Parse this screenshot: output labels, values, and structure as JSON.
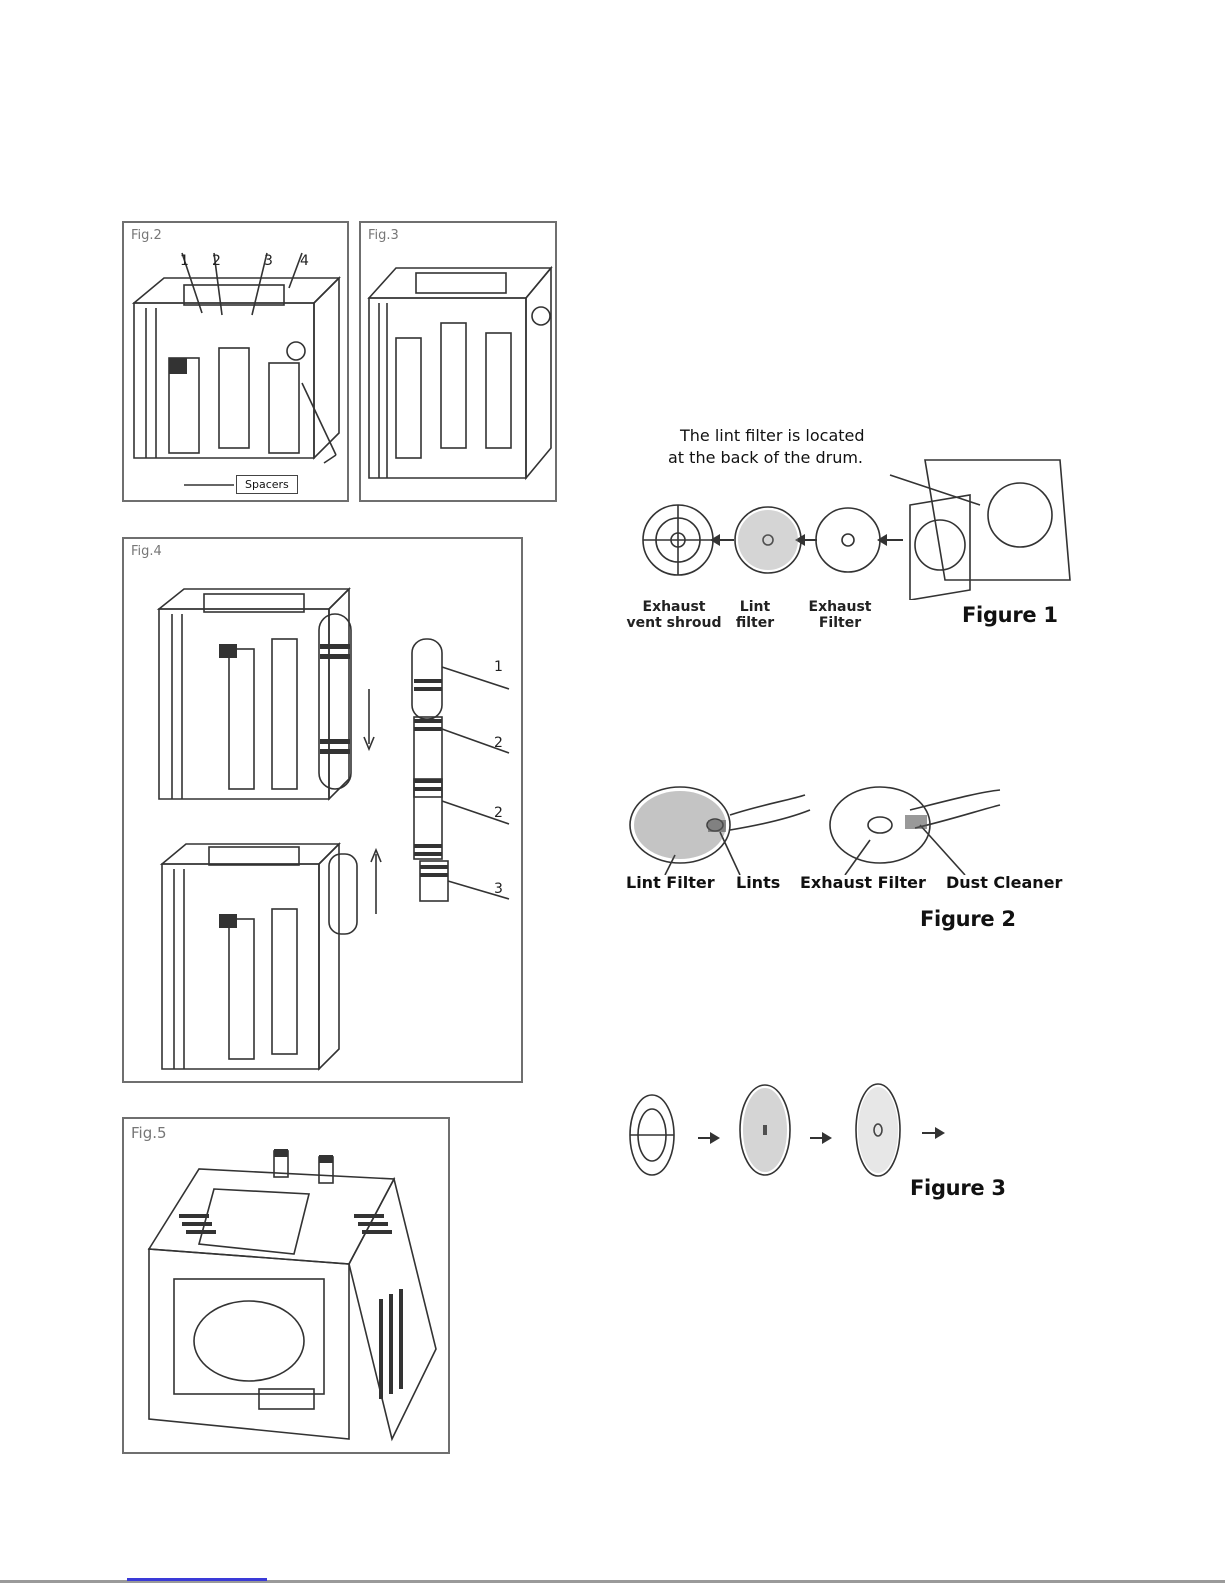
{
  "left_figures": {
    "fig2": {
      "label": "Fig.2",
      "parts": [
        "1",
        "2",
        "3",
        "4"
      ],
      "spacers_label": "Spacers"
    },
    "fig3": {
      "label": "Fig.3"
    },
    "fig4": {
      "label": "Fig.4",
      "parts": [
        "1",
        "2",
        "2",
        "3"
      ]
    },
    "fig5": {
      "label": "Fig.5"
    }
  },
  "right_figures": {
    "figure1": {
      "caption": "Figure 1",
      "note_line1": "The lint filter is located",
      "note_line2": "at the back of the drum.",
      "items": [
        {
          "line1": "Exhaust",
          "line2": "vent shroud"
        },
        {
          "line1": "Lint",
          "line2": "filter"
        },
        {
          "line1": "Exhaust",
          "line2": "Filter"
        }
      ]
    },
    "figure2": {
      "caption": "Figure 2",
      "labels": [
        "Lint Filter",
        "Lints",
        "Exhaust Filter",
        "Dust Cleaner"
      ]
    },
    "figure3": {
      "caption": "Figure 3"
    }
  },
  "colors": {
    "line": "#333333",
    "frame": "#6f6f6f",
    "link": "#3a3ad8"
  }
}
